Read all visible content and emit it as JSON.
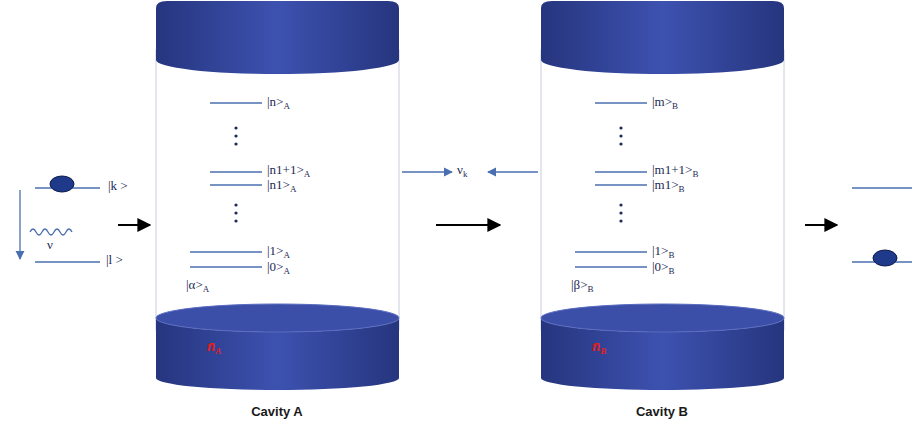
{
  "diagram": {
    "nodes": [
      {
        "text": [
          "|n>A",
          "|n1+1>A",
          "|n1>A",
          "|1>A",
          "|0>A",
          "|α>A",
          "n̄A",
          "Cavity A"
        ]
      },
      {
        "text": [
          "|m>B",
          "|m1+1>B",
          "|m1>B",
          "|1>B",
          "|0>B",
          "|β>B",
          "n̄B",
          "Cavity B"
        ]
      }
    ],
    "edges": [
      {
        "from": 0,
        "to": 1,
        "arrow": "to"
      }
    ],
    "labels": [
      "|k >",
      "ν",
      "|l >",
      "νk"
    ]
  }
}
